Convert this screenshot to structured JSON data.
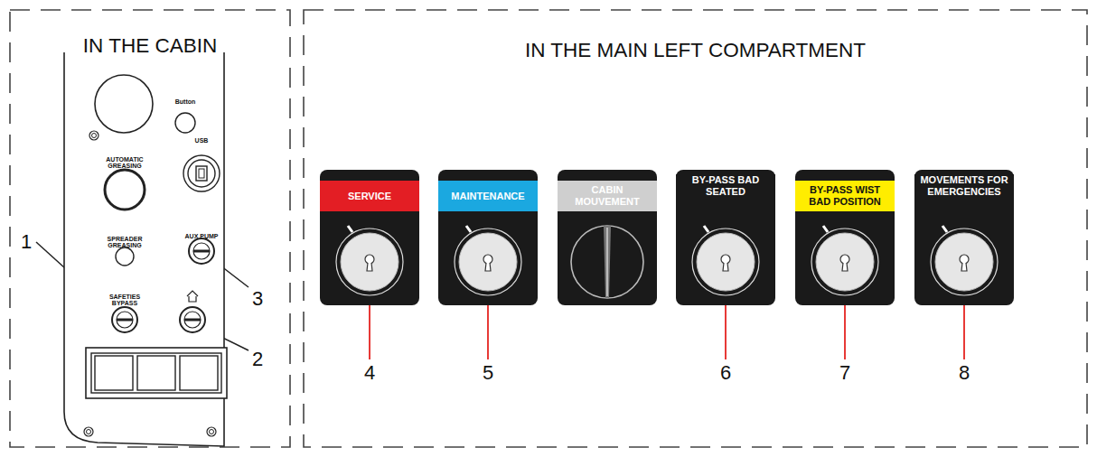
{
  "diagram": {
    "nodes": [
      {
        "text": [
          "IN THE CABIN"
        ]
      },
      {
        "text": [
          "Button",
          "USB",
          "AUTOMATIC GREASING",
          "SPREADER GREASING",
          "AUX PUMP",
          "SAFETIES BYPASS"
        ],
        "in": 0
      },
      {
        "text": [
          "IN THE MAIN LEFT COMPARTMENT"
        ]
      },
      {
        "text": [
          "SERVICE"
        ],
        "in": 2
      },
      {
        "text": [
          "MAINTENANCE"
        ],
        "in": 2
      },
      {
        "text": [
          "CABIN MOUVEMENT"
        ],
        "in": 2
      },
      {
        "text": [
          "BY-PASS BAD SEATED"
        ],
        "in": 2
      },
      {
        "text": [
          "BY-PASS WIST BAD POSITION"
        ],
        "in": 2
      },
      {
        "text": [
          "MOVEMENTS FOR EMERGENCIES"
        ],
        "in": 2
      }
    ],
    "labels": [
      "1",
      "2",
      "3",
      "4",
      "5",
      "6",
      "7",
      "8"
    ]
  }
}
